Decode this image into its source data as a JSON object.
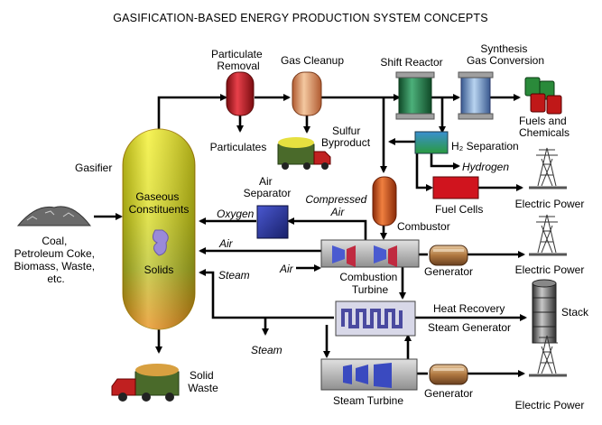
{
  "title": "GASIFICATION-BASED ENERGY PRODUCTION SYSTEM CONCEPTS",
  "labels": {
    "particulate_removal": [
      "Particulate",
      "Removal"
    ],
    "gas_cleanup": "Gas Cleanup",
    "shift_reactor": "Shift Reactor",
    "synthesis_gas_conversion": [
      "Synthesis",
      "Gas Conversion"
    ],
    "fuels_chemicals": [
      "Fuels and",
      "Chemicals"
    ],
    "particulates": "Particulates",
    "sulfur_byproduct": [
      "Sulfur",
      "Byproduct"
    ],
    "h2_separation": "H₂ Separation",
    "hydrogen": "Hydrogen",
    "gasifier": "Gasifier",
    "gaseous_constituents": [
      "Gaseous",
      "Constituents"
    ],
    "solids": "Solids",
    "air_separator": [
      "Air",
      "Separator"
    ],
    "compressed_air": [
      "Compressed",
      "Air"
    ],
    "oxygen": "Oxygen",
    "combustor": "Combustor",
    "fuel_cells": "Fuel Cells",
    "electric_power_1": "Electric Power",
    "electric_power_2": "Electric Power",
    "electric_power_3": "Electric Power",
    "feedstock": [
      "Coal,",
      "Petroleum Coke,",
      "Biomass, Waste,",
      "etc."
    ],
    "air_1": "Air",
    "air_2": "Air",
    "steam_1": "Steam",
    "steam_2": "Steam",
    "combustion_turbine": [
      "Combustion",
      "Turbine"
    ],
    "generator_1": "Generator",
    "generator_2": "Generator",
    "hrsg": [
      "Heat Recovery",
      "Steam Generator"
    ],
    "stack": "Stack",
    "solid_waste": [
      "Solid",
      "Waste"
    ],
    "steam_turbine": "Steam Turbine"
  },
  "colors": {
    "particulate_removal": "#c8202a",
    "gas_cleanup": "#e88a5a",
    "shift_reactor": "#2e8a55",
    "synthesis_vessel": "#7aa8d8",
    "air_separator": "#2a36a0",
    "fuel_cells": "#d0141e",
    "combustor": "#e05a20",
    "gasifier_top": "#e7e020",
    "gasifier_bottom": "#e88a10",
    "generator": "#c89060"
  },
  "icons": [
    "truck-icon",
    "coal-pile-icon",
    "transmission-tower-icon",
    "fuel-barrel-icon",
    "stack-icon"
  ]
}
